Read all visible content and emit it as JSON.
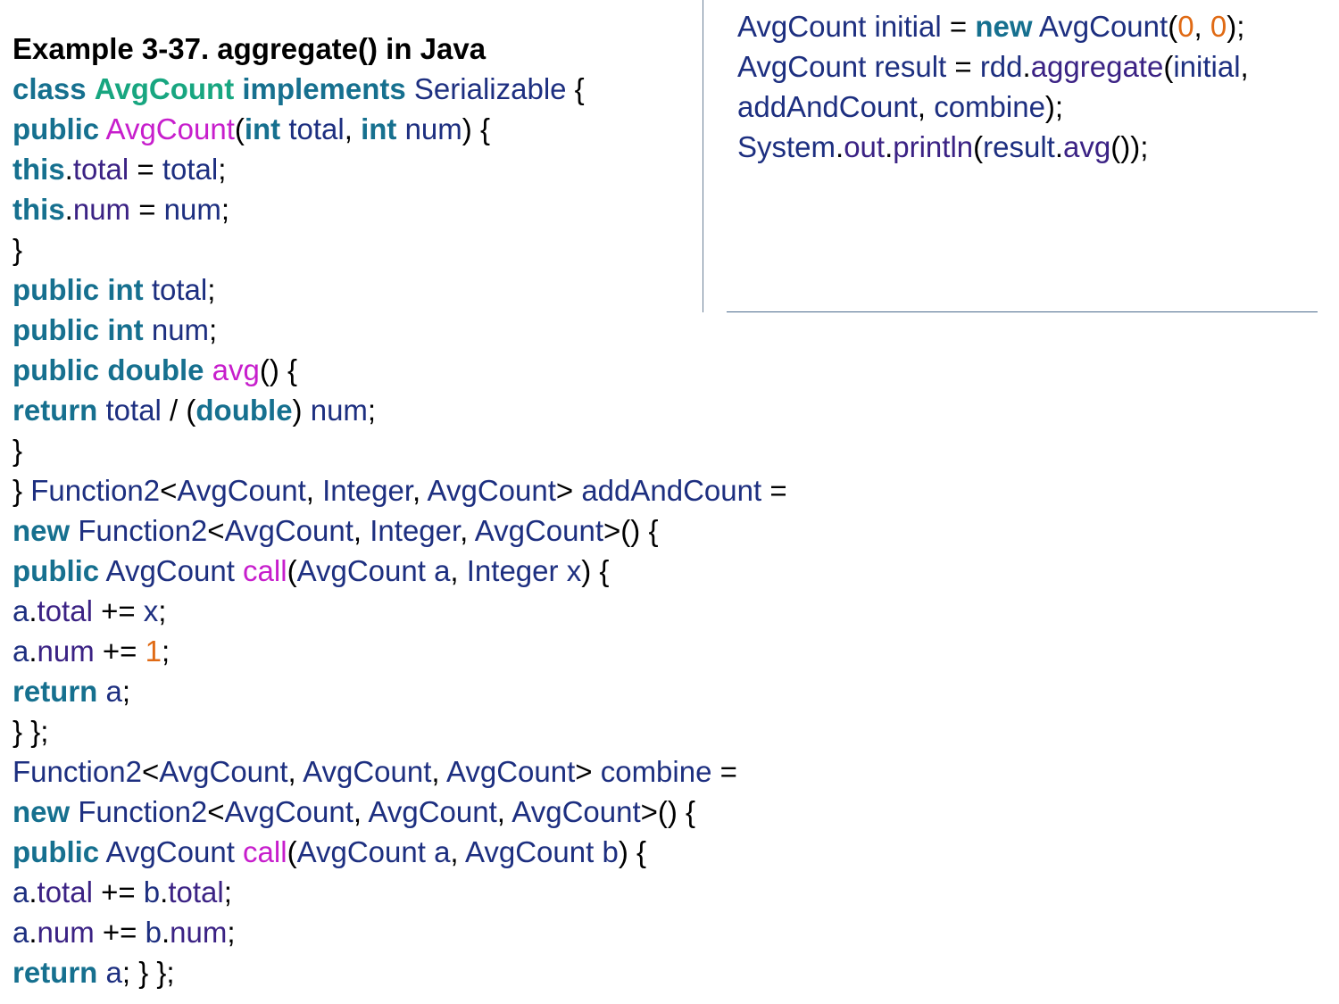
{
  "title": "Example 3-37. aggregate() in Java",
  "left_lines": [
    [
      [
        "kw",
        "class"
      ],
      [
        "p",
        " "
      ],
      [
        "cls",
        "AvgCount"
      ],
      [
        "p",
        " "
      ],
      [
        "kw",
        "implements"
      ],
      [
        "p",
        " "
      ],
      [
        "ty",
        "Serializable"
      ],
      [
        "p",
        " {"
      ]
    ],
    [
      [
        "kw",
        "public"
      ],
      [
        "p",
        " "
      ],
      [
        "fn",
        "AvgCount"
      ],
      [
        "p",
        "("
      ],
      [
        "kw",
        "int"
      ],
      [
        "p",
        " "
      ],
      [
        "ty",
        "total"
      ],
      [
        "p",
        ", "
      ],
      [
        "kw",
        "int"
      ],
      [
        "p",
        " "
      ],
      [
        "ty",
        "num"
      ],
      [
        "p",
        ") {"
      ]
    ],
    [
      [
        "kw",
        "this"
      ],
      [
        "p",
        "."
      ],
      [
        "id",
        "total"
      ],
      [
        "p",
        " = "
      ],
      [
        "ty",
        "total"
      ],
      [
        "p",
        ";"
      ]
    ],
    [
      [
        "kw",
        "this"
      ],
      [
        "p",
        "."
      ],
      [
        "id",
        "num"
      ],
      [
        "p",
        " = "
      ],
      [
        "ty",
        "num"
      ],
      [
        "p",
        ";"
      ]
    ],
    [
      [
        "p",
        "}"
      ]
    ],
    [
      [
        "kw",
        "public"
      ],
      [
        "p",
        " "
      ],
      [
        "kw",
        "int"
      ],
      [
        "p",
        " "
      ],
      [
        "ty",
        "total"
      ],
      [
        "p",
        ";"
      ]
    ],
    [
      [
        "kw",
        "public"
      ],
      [
        "p",
        " "
      ],
      [
        "kw",
        "int"
      ],
      [
        "p",
        " "
      ],
      [
        "ty",
        "num"
      ],
      [
        "p",
        ";"
      ]
    ],
    [
      [
        "kw",
        "public"
      ],
      [
        "p",
        " "
      ],
      [
        "kw",
        "double"
      ],
      [
        "p",
        " "
      ],
      [
        "fn",
        "avg"
      ],
      [
        "p",
        "() {"
      ]
    ],
    [
      [
        "kw",
        "return"
      ],
      [
        "p",
        " "
      ],
      [
        "ty",
        "total"
      ],
      [
        "p",
        " / ("
      ],
      [
        "kw",
        "double"
      ],
      [
        "p",
        ") "
      ],
      [
        "ty",
        "num"
      ],
      [
        "p",
        ";"
      ]
    ],
    [
      [
        "p",
        "}"
      ]
    ],
    [
      [
        "p",
        "} "
      ],
      [
        "ty",
        "Function2"
      ],
      [
        "p",
        "<"
      ],
      [
        "ty",
        "AvgCount"
      ],
      [
        "p",
        ", "
      ],
      [
        "ty",
        "Integer"
      ],
      [
        "p",
        ", "
      ],
      [
        "ty",
        "AvgCount"
      ],
      [
        "p",
        "> "
      ],
      [
        "ty",
        "addAndCount"
      ],
      [
        "p",
        " ="
      ]
    ],
    [
      [
        "kw",
        "new"
      ],
      [
        "p",
        " "
      ],
      [
        "ty",
        "Function2"
      ],
      [
        "p",
        "<"
      ],
      [
        "ty",
        "AvgCount"
      ],
      [
        "p",
        ", "
      ],
      [
        "ty",
        "Integer"
      ],
      [
        "p",
        ", "
      ],
      [
        "ty",
        "AvgCount"
      ],
      [
        "p",
        ">() {"
      ]
    ],
    [
      [
        "kw",
        "public"
      ],
      [
        "p",
        " "
      ],
      [
        "ty",
        "AvgCount"
      ],
      [
        "p",
        " "
      ],
      [
        "fn",
        "call"
      ],
      [
        "p",
        "("
      ],
      [
        "ty",
        "AvgCount"
      ],
      [
        "p",
        " "
      ],
      [
        "ty",
        "a"
      ],
      [
        "p",
        ", "
      ],
      [
        "ty",
        "Integer"
      ],
      [
        "p",
        " "
      ],
      [
        "ty",
        "x"
      ],
      [
        "p",
        ") {"
      ]
    ],
    [
      [
        "ty",
        "a"
      ],
      [
        "p",
        "."
      ],
      [
        "id",
        "total"
      ],
      [
        "p",
        " += "
      ],
      [
        "ty",
        "x"
      ],
      [
        "p",
        ";"
      ]
    ],
    [
      [
        "ty",
        "a"
      ],
      [
        "p",
        "."
      ],
      [
        "id",
        "num"
      ],
      [
        "p",
        " += "
      ],
      [
        "num",
        "1"
      ],
      [
        "p",
        ";"
      ]
    ],
    [
      [
        "kw",
        "return"
      ],
      [
        "p",
        " "
      ],
      [
        "ty",
        "a"
      ],
      [
        "p",
        ";"
      ]
    ],
    [
      [
        "p",
        "} };"
      ]
    ],
    [
      [
        "ty",
        "Function2"
      ],
      [
        "p",
        "<"
      ],
      [
        "ty",
        "AvgCount"
      ],
      [
        "p",
        ", "
      ],
      [
        "ty",
        "AvgCount"
      ],
      [
        "p",
        ", "
      ],
      [
        "ty",
        "AvgCount"
      ],
      [
        "p",
        "> "
      ],
      [
        "ty",
        "combine"
      ],
      [
        "p",
        " ="
      ]
    ],
    [
      [
        "kw",
        "new"
      ],
      [
        "p",
        " "
      ],
      [
        "ty",
        "Function2"
      ],
      [
        "p",
        "<"
      ],
      [
        "ty",
        "AvgCount"
      ],
      [
        "p",
        ", "
      ],
      [
        "ty",
        "AvgCount"
      ],
      [
        "p",
        ", "
      ],
      [
        "ty",
        "AvgCount"
      ],
      [
        "p",
        ">() {"
      ]
    ],
    [
      [
        "kw",
        "public"
      ],
      [
        "p",
        " "
      ],
      [
        "ty",
        "AvgCount"
      ],
      [
        "p",
        " "
      ],
      [
        "fn",
        "call"
      ],
      [
        "p",
        "("
      ],
      [
        "ty",
        "AvgCount"
      ],
      [
        "p",
        " "
      ],
      [
        "ty",
        "a"
      ],
      [
        "p",
        ", "
      ],
      [
        "ty",
        "AvgCount"
      ],
      [
        "p",
        " "
      ],
      [
        "ty",
        "b"
      ],
      [
        "p",
        ") {"
      ]
    ],
    [
      [
        "ty",
        "a"
      ],
      [
        "p",
        "."
      ],
      [
        "id",
        "total"
      ],
      [
        "p",
        " += "
      ],
      [
        "ty",
        "b"
      ],
      [
        "p",
        "."
      ],
      [
        "id",
        "total"
      ],
      [
        "p",
        ";"
      ]
    ],
    [
      [
        "ty",
        "a"
      ],
      [
        "p",
        "."
      ],
      [
        "id",
        "num"
      ],
      [
        "p",
        " += "
      ],
      [
        "ty",
        "b"
      ],
      [
        "p",
        "."
      ],
      [
        "id",
        "num"
      ],
      [
        "p",
        ";"
      ]
    ],
    [
      [
        "kw",
        "return"
      ],
      [
        "p",
        " "
      ],
      [
        "ty",
        "a"
      ],
      [
        "p",
        "; } };"
      ]
    ]
  ],
  "right_lines": [
    [
      [
        "ty",
        "AvgCount"
      ],
      [
        "p",
        " "
      ],
      [
        "ty",
        "initial"
      ],
      [
        "p",
        " = "
      ],
      [
        "kw",
        "new"
      ],
      [
        "p",
        " "
      ],
      [
        "ty",
        "AvgCount"
      ],
      [
        "p",
        "("
      ],
      [
        "num",
        "0"
      ],
      [
        "p",
        ", "
      ],
      [
        "num",
        "0"
      ],
      [
        "p",
        ");"
      ]
    ],
    [
      [
        "ty",
        "AvgCount"
      ],
      [
        "p",
        " "
      ],
      [
        "ty",
        "result"
      ],
      [
        "p",
        " = "
      ],
      [
        "ty",
        "rdd"
      ],
      [
        "p",
        "."
      ],
      [
        "id",
        "aggregate"
      ],
      [
        "p",
        "("
      ],
      [
        "ty",
        "initial"
      ],
      [
        "p",
        ","
      ]
    ],
    [
      [
        "ty",
        "addAndCount"
      ],
      [
        "p",
        ", "
      ],
      [
        "ty",
        "combine"
      ],
      [
        "p",
        ");"
      ]
    ],
    [
      [
        "ty",
        "System"
      ],
      [
        "p",
        "."
      ],
      [
        "id",
        "out"
      ],
      [
        "p",
        "."
      ],
      [
        "id",
        "println"
      ],
      [
        "p",
        "("
      ],
      [
        "ty",
        "result"
      ],
      [
        "p",
        "."
      ],
      [
        "id",
        "avg"
      ],
      [
        "p",
        "());"
      ]
    ]
  ]
}
